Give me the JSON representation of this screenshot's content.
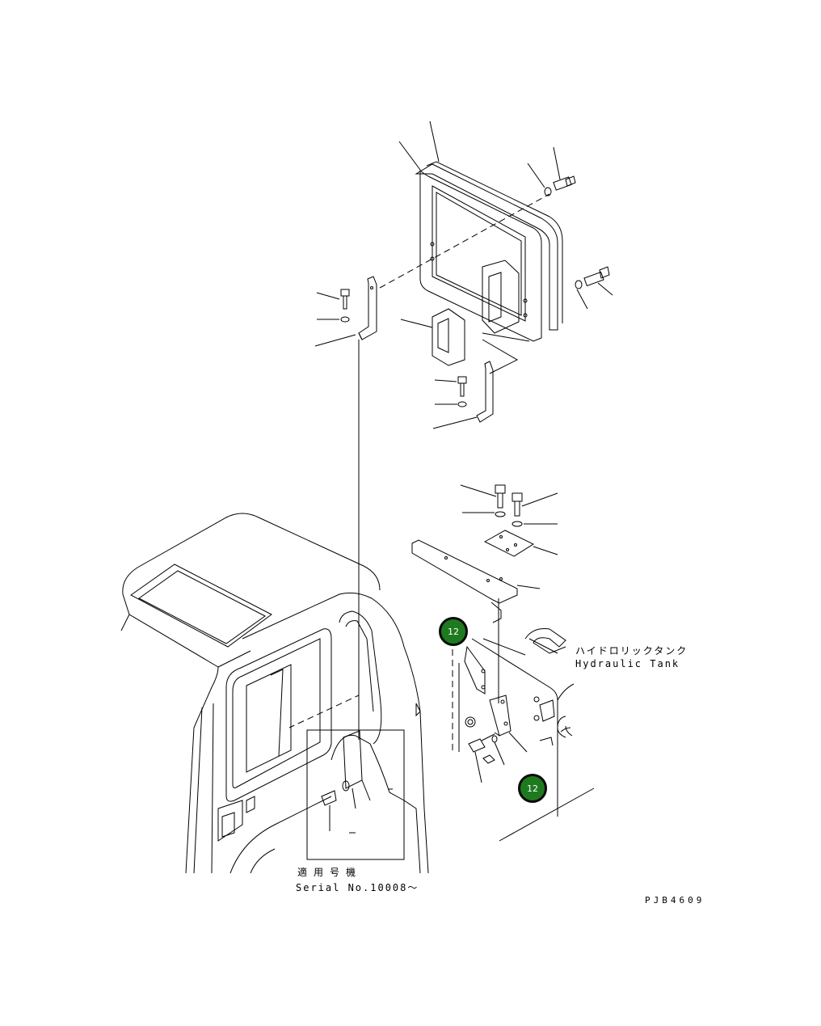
{
  "labels": {
    "hydraulic_tank_jp": "ハイドロリックタンク",
    "hydraulic_tank_en": "Hydraulic Tank",
    "serial_jp": "適用号機",
    "serial_en": "Serial No.10008～",
    "drawing_code": "PJB4609"
  },
  "callouts": [
    {
      "number": "12",
      "color": "#1e7a1e"
    },
    {
      "number": "12",
      "color": "#1e7a1e"
    }
  ],
  "colors": {
    "line": "#000000",
    "background": "#ffffff",
    "callout_fill": "#1e7a1e"
  }
}
